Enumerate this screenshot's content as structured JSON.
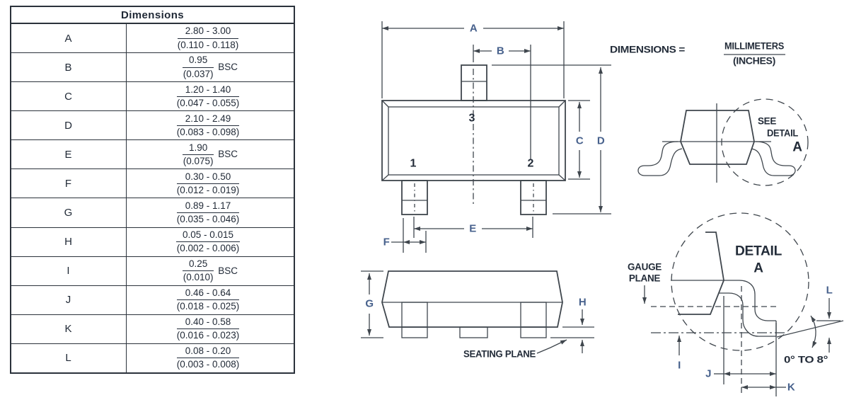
{
  "colors": {
    "background": "#ffffff",
    "line": "#3f464d",
    "table_border": "#2b323b",
    "text_dark": "#232c39",
    "dim_letter_blue": "#47618c"
  },
  "table": {
    "header": "Dimensions",
    "rows": [
      {
        "dim": "A",
        "mm": "2.80 - 3.00",
        "inch": "(0.110 - 0.118)",
        "suffix": ""
      },
      {
        "dim": "B",
        "mm": "0.95",
        "inch": "(0.037)",
        "suffix": "BSC"
      },
      {
        "dim": "C",
        "mm": "1.20 - 1.40",
        "inch": "(0.047 - 0.055)",
        "suffix": ""
      },
      {
        "dim": "D",
        "mm": "2.10 - 2.49",
        "inch": "(0.083 - 0.098)",
        "suffix": ""
      },
      {
        "dim": "E",
        "mm": "1.90",
        "inch": "(0.075)",
        "suffix": "BSC"
      },
      {
        "dim": "F",
        "mm": "0.30 - 0.50",
        "inch": "(0.012 - 0.019)",
        "suffix": ""
      },
      {
        "dim": "G",
        "mm": "0.89 - 1.17",
        "inch": "(0.035 - 0.046)",
        "suffix": ""
      },
      {
        "dim": "H",
        "mm": "0.05 - 0.015",
        "inch": "(0.002 - 0.006)",
        "suffix": ""
      },
      {
        "dim": "I",
        "mm": "0.25",
        "inch": "(0.010)",
        "suffix": "BSC"
      },
      {
        "dim": "J",
        "mm": "0.46 - 0.64",
        "inch": "(0.018 - 0.025)",
        "suffix": ""
      },
      {
        "dim": "K",
        "mm": "0.40 - 0.58",
        "inch": "(0.016 - 0.023)",
        "suffix": ""
      },
      {
        "dim": "L",
        "mm": "0.08 - 0.20",
        "inch": "(0.003 - 0.008)",
        "suffix": ""
      }
    ]
  },
  "legend": {
    "prefix": "DIMENSIONS =",
    "numerator": "MILLIMETERS",
    "denominator": "(INCHES)"
  },
  "top_view": {
    "dim_a": "A",
    "dim_b": "B",
    "dim_c": "C",
    "dim_d": "D",
    "dim_e": "E",
    "dim_f": "F",
    "pin1": "1",
    "pin2": "2",
    "pin3": "3"
  },
  "side_view": {
    "dim_g": "G",
    "dim_h": "H",
    "seating_plane": "SEATING PLANE"
  },
  "end_view": {
    "see": "SEE",
    "detail": "DETAIL",
    "a": "A"
  },
  "detail_a": {
    "title": "DETAIL",
    "title_letter": "A",
    "gauge_1": "GAUGE",
    "gauge_2": "PLANE",
    "dim_i": "I",
    "dim_j": "J",
    "dim_k": "K",
    "dim_l": "L",
    "angle": "0° TO 8°"
  }
}
